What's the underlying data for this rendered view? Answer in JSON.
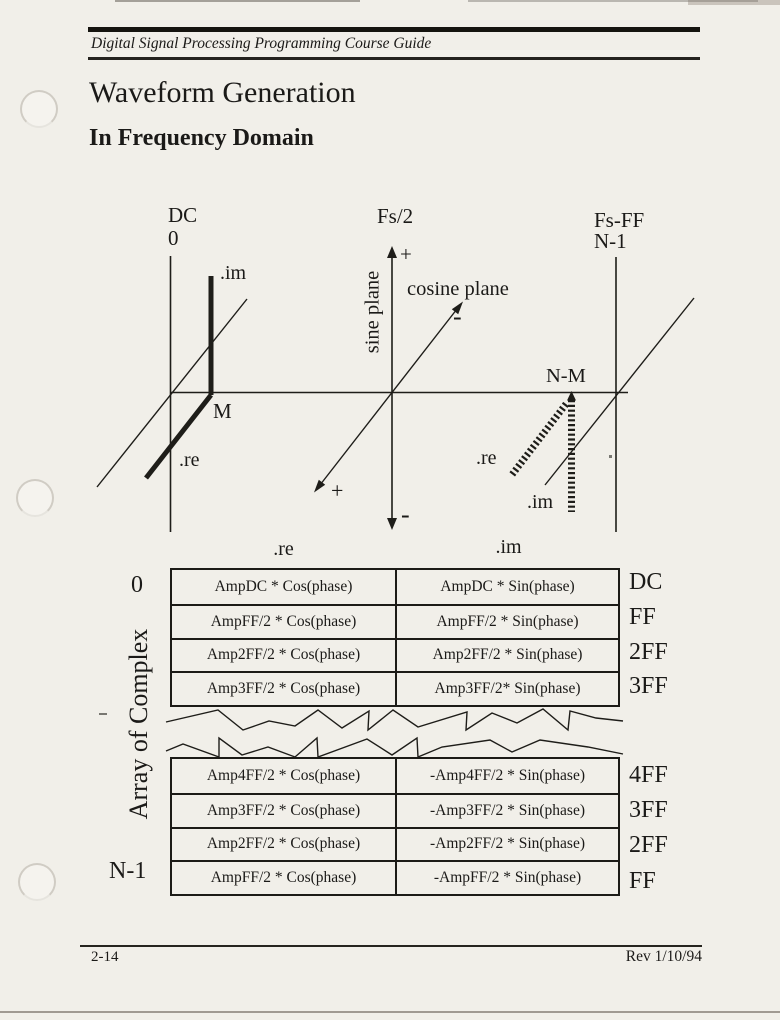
{
  "colors": {
    "page_bg": "#f1efe9",
    "ink": "#1b1a18"
  },
  "header": {
    "doc_title": "Digital Signal Processing Programming Course Guide"
  },
  "titles": {
    "main": "Waveform Generation",
    "sub": "In Frequency Domain"
  },
  "diagram": {
    "dc": {
      "name": "DC",
      "index": "0",
      "im": ".im",
      "re": ".re",
      "marker": "M"
    },
    "fs2": {
      "name": "Fs/2",
      "sine": "sine plane",
      "cosine": "cosine plane",
      "plus_top": "+",
      "minus_bottom": "-",
      "plus_diag": "+",
      "minus_diag": "-"
    },
    "fsff": {
      "name": "Fs-FF",
      "index": "N-1",
      "marker": "N-M",
      "re": ".re",
      "im": ".im"
    }
  },
  "table": {
    "col_re": ".re",
    "col_im": ".im",
    "first_index": "0",
    "side_label": "Array of Complex",
    "last_index": "N-1",
    "upper": [
      {
        "re": "AmpDC * Cos(phase)",
        "im": "AmpDC * Sin(phase)",
        "label": "DC"
      },
      {
        "re": "AmpFF/2 * Cos(phase)",
        "im": "AmpFF/2 * Sin(phase)",
        "label": "FF"
      },
      {
        "re": "Amp2FF/2 * Cos(phase)",
        "im": "Amp2FF/2 * Sin(phase)",
        "label": "2FF"
      },
      {
        "re": "Amp3FF/2 * Cos(phase)",
        "im": "Amp3FF/2* Sin(phase)",
        "label": "3FF"
      }
    ],
    "lower": [
      {
        "re": "Amp4FF/2 * Cos(phase)",
        "im": "-Amp4FF/2 * Sin(phase)",
        "label": "4FF"
      },
      {
        "re": "Amp3FF/2 * Cos(phase)",
        "im": "-Amp3FF/2 * Sin(phase)",
        "label": "3FF"
      },
      {
        "re": "Amp2FF/2 * Cos(phase)",
        "im": "-Amp2FF/2 * Sin(phase)",
        "label": "2FF"
      },
      {
        "re": "AmpFF/2 * Cos(phase)",
        "im": "-AmpFF/2 * Sin(phase)",
        "label": "FF"
      }
    ]
  },
  "footer": {
    "page_number": "2-14",
    "revision": "Rev 1/10/94"
  }
}
